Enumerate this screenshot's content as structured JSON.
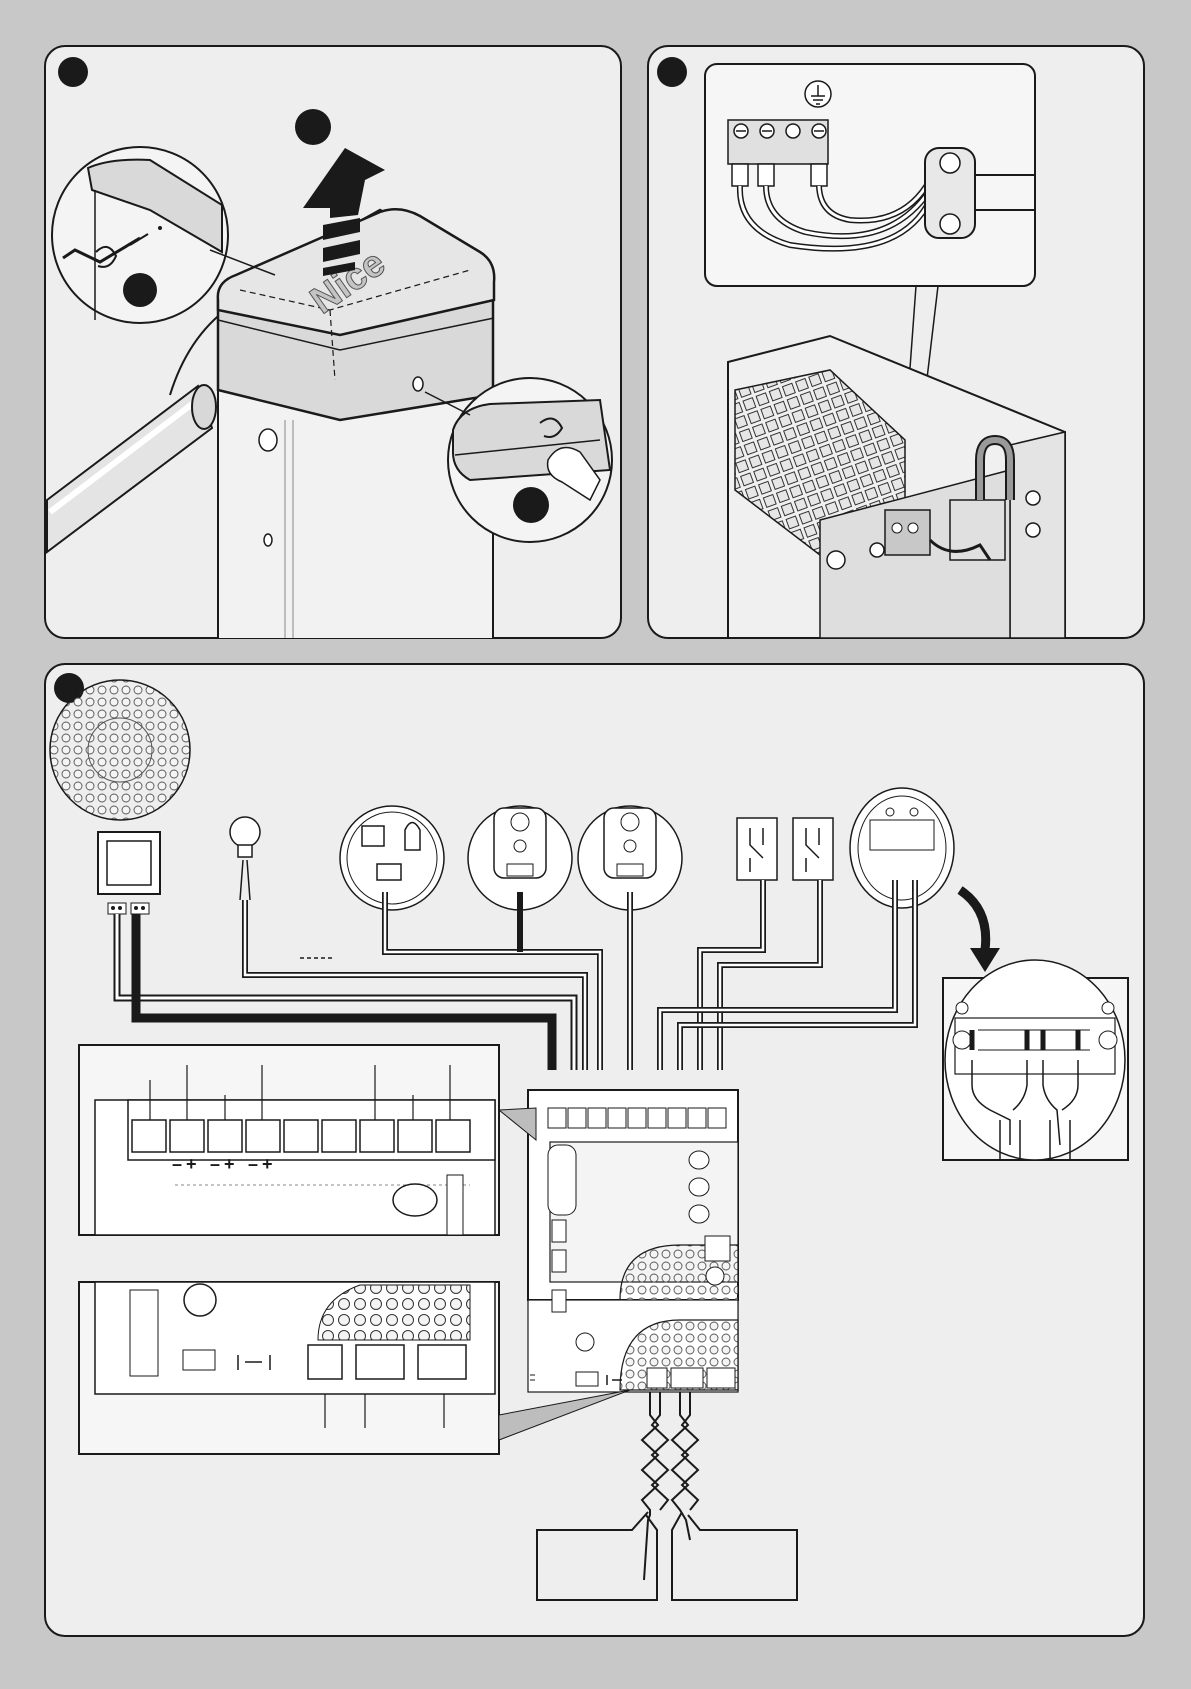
{
  "figure": {
    "panels": [
      {
        "id": "panel-1",
        "description_icons": [
          "allen-key-icon",
          "screw-icon",
          "arrow-up-icon",
          "finger-icon"
        ]
      },
      {
        "id": "panel-2",
        "description_icons": [
          "ground-symbol-icon",
          "cable-clamp-icon"
        ]
      },
      {
        "id": "panel-3",
        "description_icons": [
          "flashing-light-icon",
          "lamp-icon",
          "photocell-icon",
          "switch-icon",
          "key-selector-icon"
        ]
      }
    ],
    "brand": "Nice",
    "terminal_polarity": [
      "–",
      "+",
      "–",
      "+",
      "–",
      "+"
    ],
    "colors": {
      "background": "#c8c8c8",
      "panel": "#eeeeee",
      "line": "#1a1a1a",
      "step_badge": "#1a1a1a"
    }
  }
}
